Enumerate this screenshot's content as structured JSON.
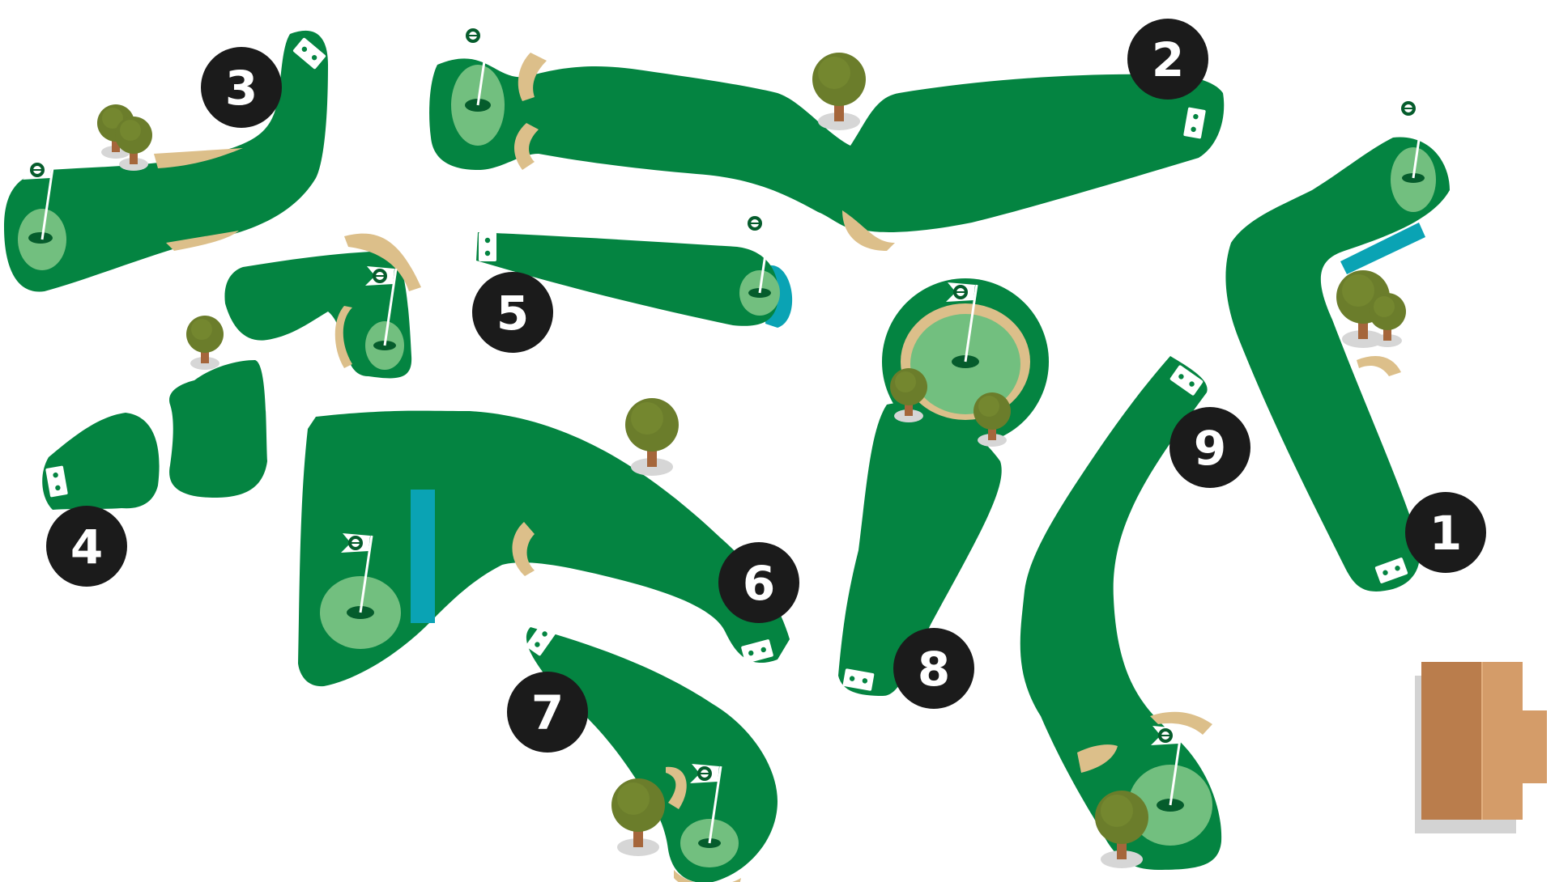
{
  "map": {
    "colors": {
      "fairway": "#048441",
      "green": "#72bf7f",
      "cup": "#055c2c",
      "bunker": "#dcbf8a",
      "water": "#0aa3b4",
      "marker": "#1b1b1b",
      "tree_canopy": "#6b7d2b",
      "tree_trunk": "#a5663b",
      "tree_shadow": "#d6d6d6",
      "clubhouse_main": "#ba7d4c",
      "clubhouse_light": "#d49c69",
      "clubhouse_shadow": "#d3d3d3"
    },
    "holes": [
      {
        "number": "1",
        "label": "hole-1"
      },
      {
        "number": "2",
        "label": "hole-2"
      },
      {
        "number": "3",
        "label": "hole-3"
      },
      {
        "number": "4",
        "label": "hole-4"
      },
      {
        "number": "5",
        "label": "hole-5"
      },
      {
        "number": "6",
        "label": "hole-6"
      },
      {
        "number": "7",
        "label": "hole-7"
      },
      {
        "number": "8",
        "label": "hole-8"
      },
      {
        "number": "9",
        "label": "hole-9"
      }
    ],
    "icons": {
      "flag": "pin-flag-icon",
      "tee": "tee-box-icon",
      "tree": "tree-icon",
      "clubhouse": "clubhouse-icon"
    }
  }
}
